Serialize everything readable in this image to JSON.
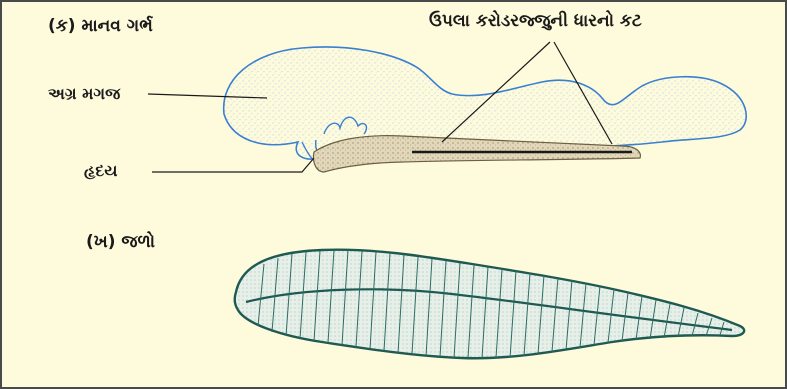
{
  "figure": {
    "part_a": {
      "title": "(ક) માનવ ગર્ભ",
      "labels": {
        "forebrain": "અગ્ર મગજ",
        "heart": "હૃદય",
        "spinal_cord_section": "ઉપલા કરોડરજ્જુની ધારનો કટ"
      }
    },
    "part_b": {
      "title": "(ખ) જળો"
    }
  },
  "colors": {
    "background": "#fefbdc",
    "border": "#4a4a4a",
    "embryo_outline": "#3a7fd0",
    "embryo_stipple": "#9dbde6",
    "spinal_section": "#cfc4a6",
    "leech_outline": "#1f5a52",
    "leech_fill": "#e6f0e8",
    "leader_line": "#1a1a1a"
  }
}
